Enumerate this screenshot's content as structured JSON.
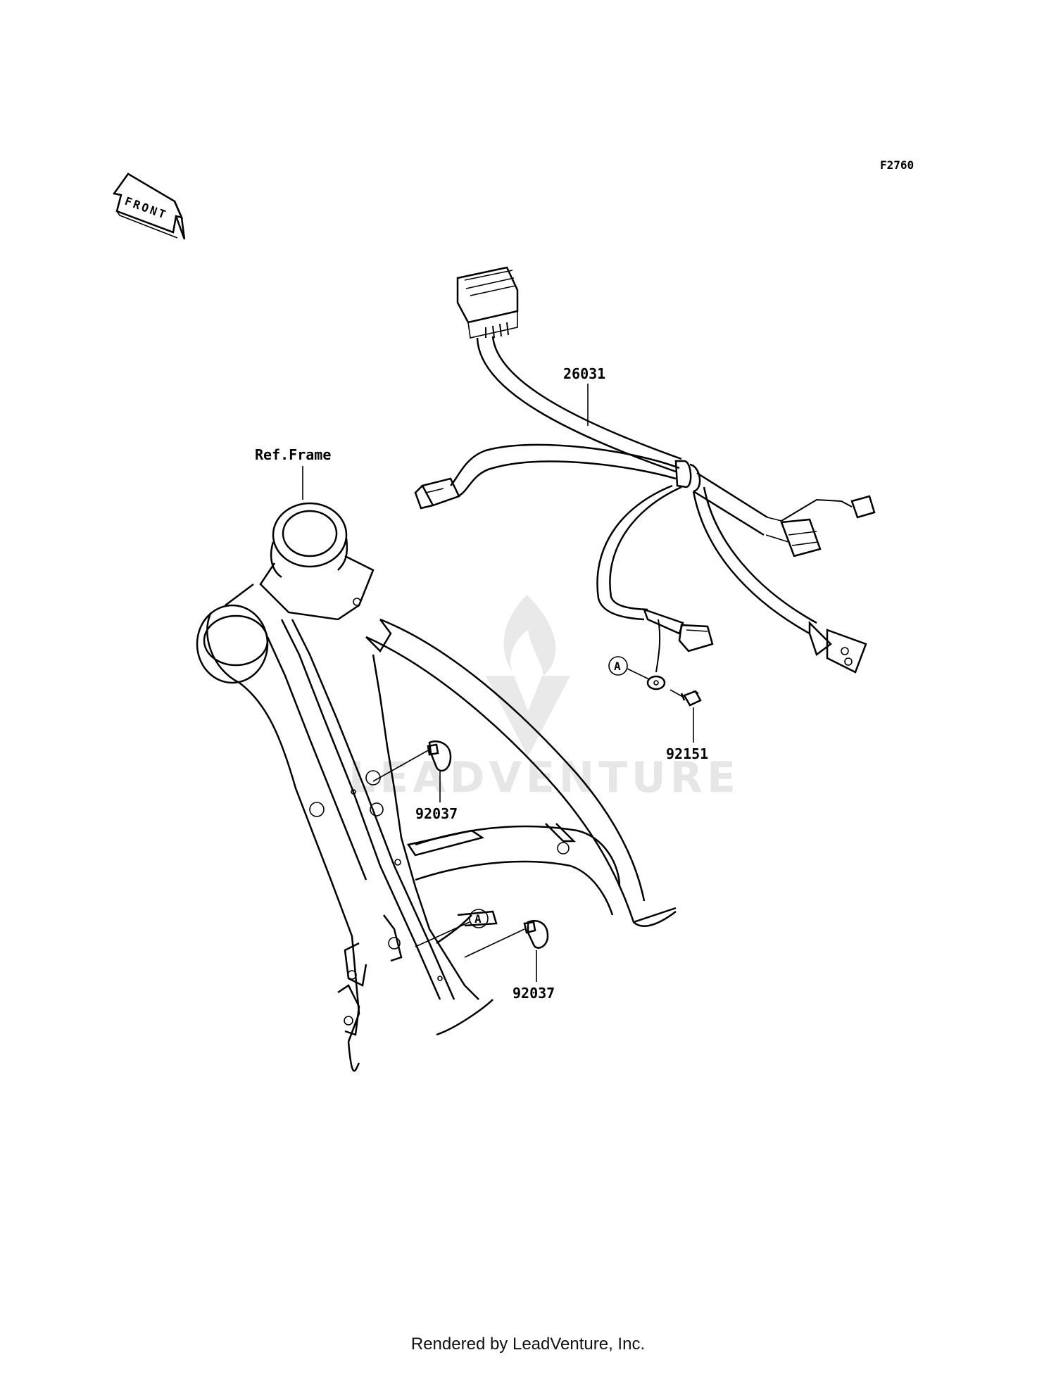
{
  "diagram": {
    "code": "F2760",
    "front_label": "FRONT",
    "ref_frame_label": "Ref.Frame",
    "parts": [
      {
        "id": "harness",
        "number": "26031"
      },
      {
        "id": "bolt",
        "number": "92151"
      },
      {
        "id": "clamp-upper",
        "number": "92037"
      },
      {
        "id": "clamp-lower",
        "number": "92037"
      }
    ],
    "callouts": [
      {
        "id": "callout-a-ground",
        "letter": "A"
      },
      {
        "id": "callout-a-frame",
        "letter": "A"
      }
    ],
    "watermark": "LEADVENTURE",
    "footer": "Rendered by LeadVenture, Inc."
  }
}
